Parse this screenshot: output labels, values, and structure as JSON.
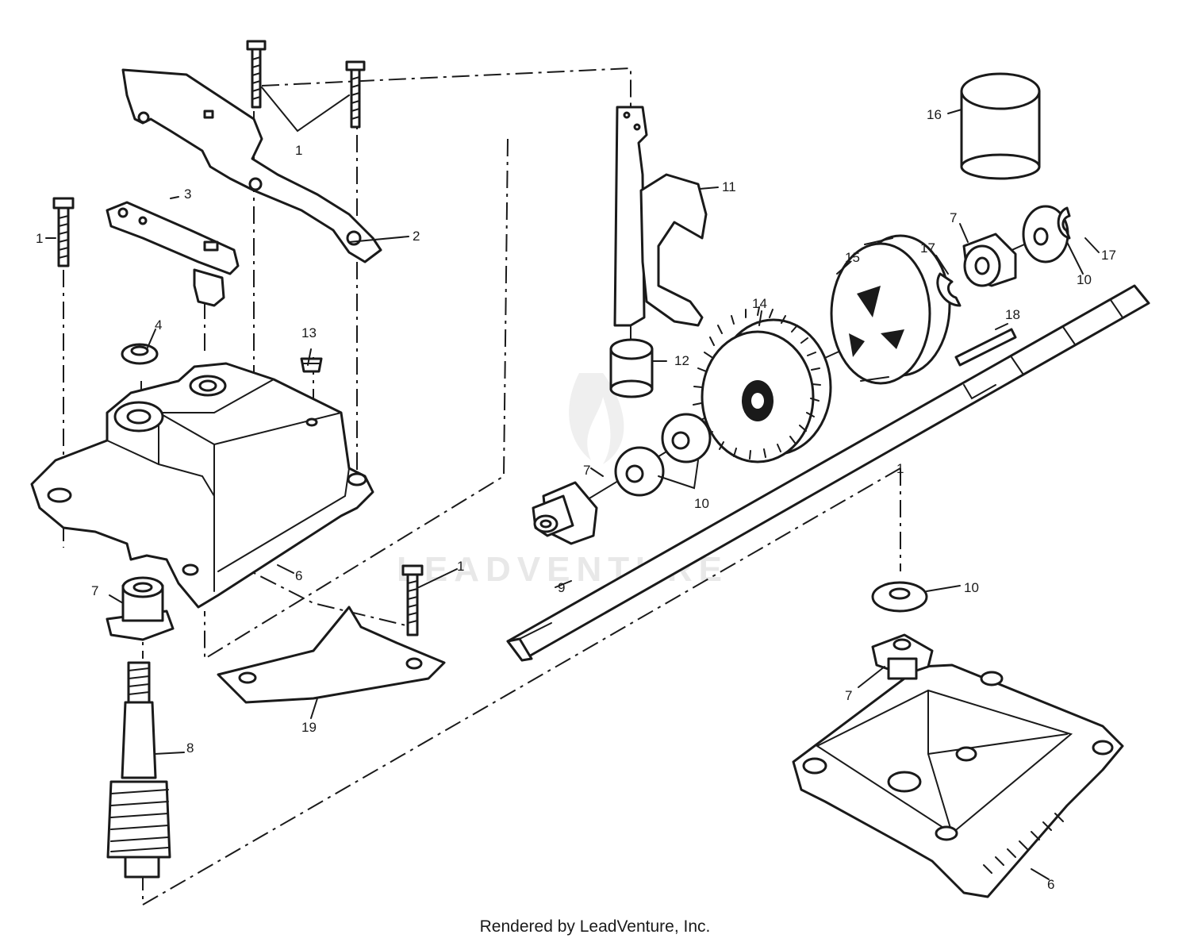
{
  "watermark": "LEADVENTURE",
  "footer": "Rendered by LeadVenture, Inc.",
  "callouts": [
    "1",
    "1",
    "1",
    "1",
    "2",
    "3",
    "4",
    "6",
    "6",
    "7",
    "7",
    "7",
    "7",
    "8",
    "9",
    "10",
    "10",
    "10",
    "11",
    "12",
    "13",
    "14",
    "15",
    "16",
    "17",
    "17",
    "18",
    "19"
  ]
}
